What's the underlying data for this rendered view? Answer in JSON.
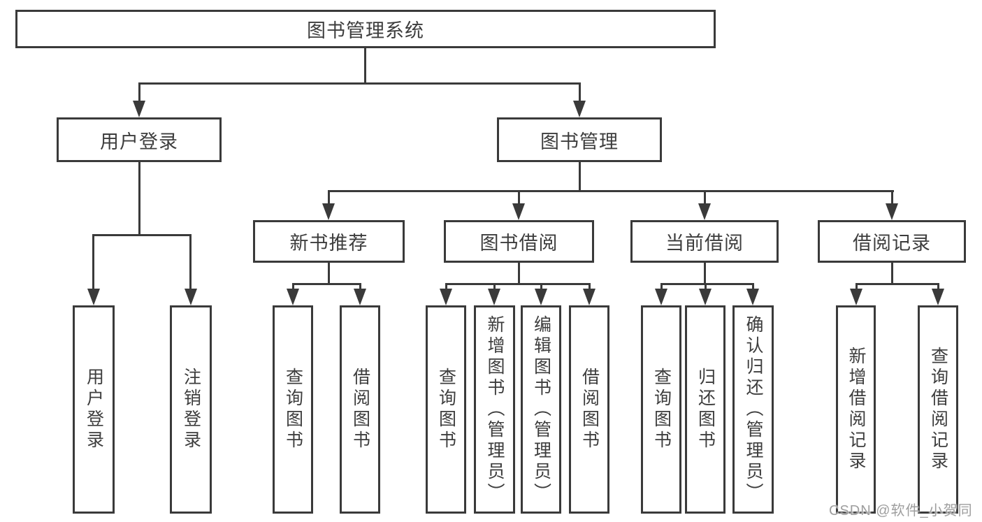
{
  "tree": {
    "root": {
      "label": "图书管理系统"
    },
    "level1": [
      {
        "label": "用户登录"
      },
      {
        "label": "图书管理"
      }
    ],
    "level2": [
      {
        "label": "新书推荐"
      },
      {
        "label": "图书借阅"
      },
      {
        "label": "当前借阅"
      },
      {
        "label": "借阅记录"
      }
    ],
    "leaves": {
      "login": [
        "用户登录",
        "注销登录"
      ],
      "newbook": [
        "查询图书",
        "借阅图书"
      ],
      "borrow": [
        "查询图书",
        "新增图书（管理员）",
        "编辑图书（管理员）",
        "借阅图书"
      ],
      "current": [
        "查询图书",
        "归还图书",
        "确认归还（管理员）"
      ],
      "records": [
        "新增借阅记录",
        "查询借阅记录"
      ]
    }
  },
  "watermark": {
    "text": "CSDN @软件_小贺同学"
  },
  "colors": {
    "line": "#3a3a3a",
    "text": "#3d3d3d",
    "watermark": "#9e9e9e",
    "background": "#ffffff"
  }
}
